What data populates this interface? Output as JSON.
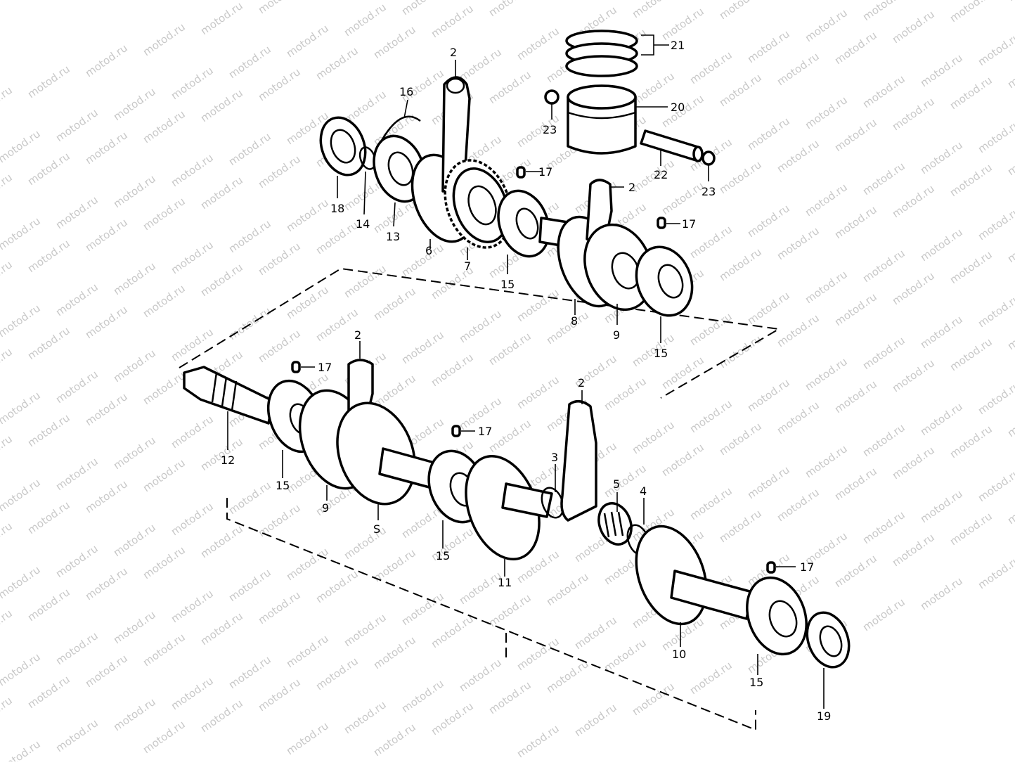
{
  "watermark": {
    "text": "motod.ru"
  },
  "diagram": {
    "callouts": {
      "p2_a": "2",
      "p2_b": "2",
      "p2_c": "2",
      "p2_d": "2",
      "p3": "3",
      "p4": "4",
      "p5": "5",
      "p6": "6",
      "p7": "7",
      "p8_a": "8",
      "p8_b": "S",
      "p9_a": "9",
      "p9_b": "9",
      "p10": "10",
      "p11": "11",
      "p12": "12",
      "p13": "13",
      "p14": "14",
      "p15_a": "15",
      "p15_b": "15",
      "p15_c": "15",
      "p15_d": "15",
      "p15_e": "15",
      "p16": "16",
      "p17_a": "17",
      "p17_b": "17",
      "p17_c": "17",
      "p17_d": "17",
      "p17_e": "17",
      "p18": "18",
      "p19": "19",
      "p20": "20",
      "p21": "21",
      "p22": "22",
      "p23_a": "23",
      "p23_b": "23"
    }
  }
}
